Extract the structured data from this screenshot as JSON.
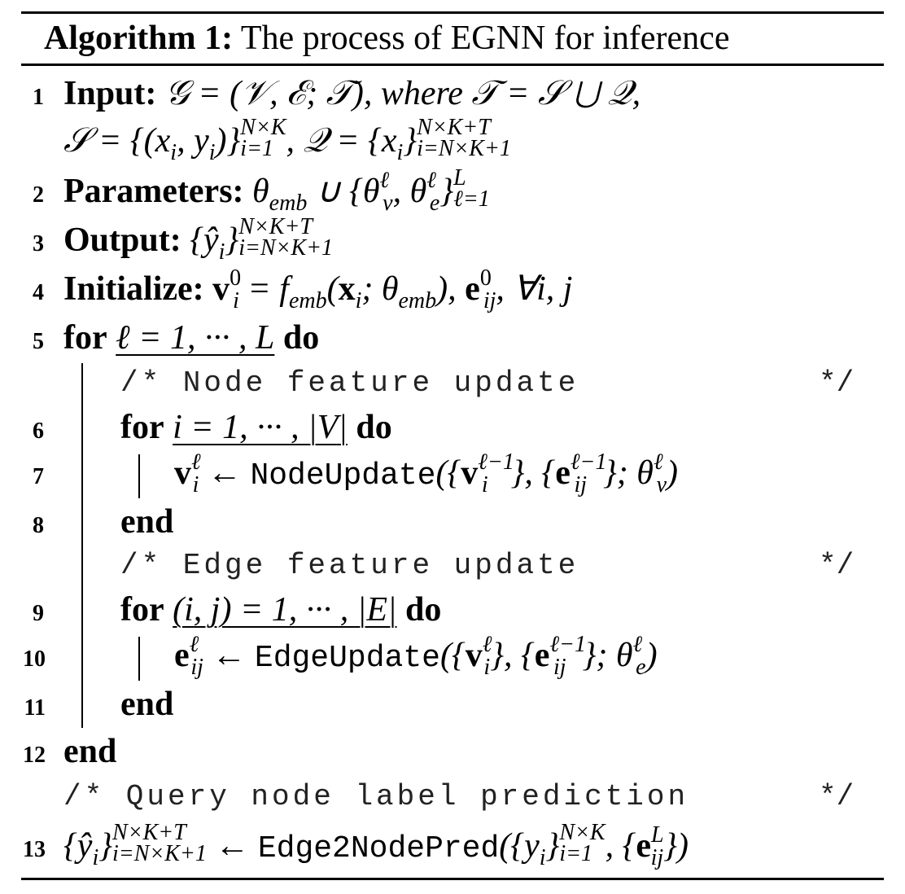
{
  "algorithm": {
    "caption_label": "Algorithm 1:",
    "caption_text": "The process of EGNN for inference",
    "lines": [
      {
        "no": "1",
        "kw": "Input:",
        "text_a": "𝒢 = (𝒱, ℰ; 𝒯), where 𝒯 = 𝒮 ⋃ 𝒬,",
        "text_b": "𝒮 = {(x",
        "text_b2": ", y",
        "text_b3": ")}",
        "text_b4": ", 𝒬 = {x",
        "text_b5": "}"
      },
      {
        "no": "2",
        "kw": "Parameters:",
        "text": "θ"
      },
      {
        "no": "3",
        "kw": "Output:"
      },
      {
        "no": "4",
        "kw": "Initialize:"
      },
      {
        "no": "5",
        "kw": "for",
        "cond": "ℓ = 1, ··· , L",
        "kw2": "do"
      },
      {
        "no": "6",
        "kw": "for",
        "cond": "i = 1, ··· , |V|",
        "kw2": "do"
      },
      {
        "no": "7",
        "fn": "NodeUpdate"
      },
      {
        "no": "8",
        "kw": "end"
      },
      {
        "no": "9",
        "kw": "for",
        "cond": "(i, j) = 1, ··· , |E|",
        "kw2": "do"
      },
      {
        "no": "10",
        "fn": "EdgeUpdate"
      },
      {
        "no": "11",
        "kw": "end"
      },
      {
        "no": "12",
        "kw": "end"
      },
      {
        "no": "13",
        "fn": "Edge2NodePred"
      }
    ],
    "comments": {
      "node": "/* Node feature update",
      "edge": "/* Edge feature update",
      "query": "/* Query node label prediction",
      "close": "*/"
    }
  }
}
